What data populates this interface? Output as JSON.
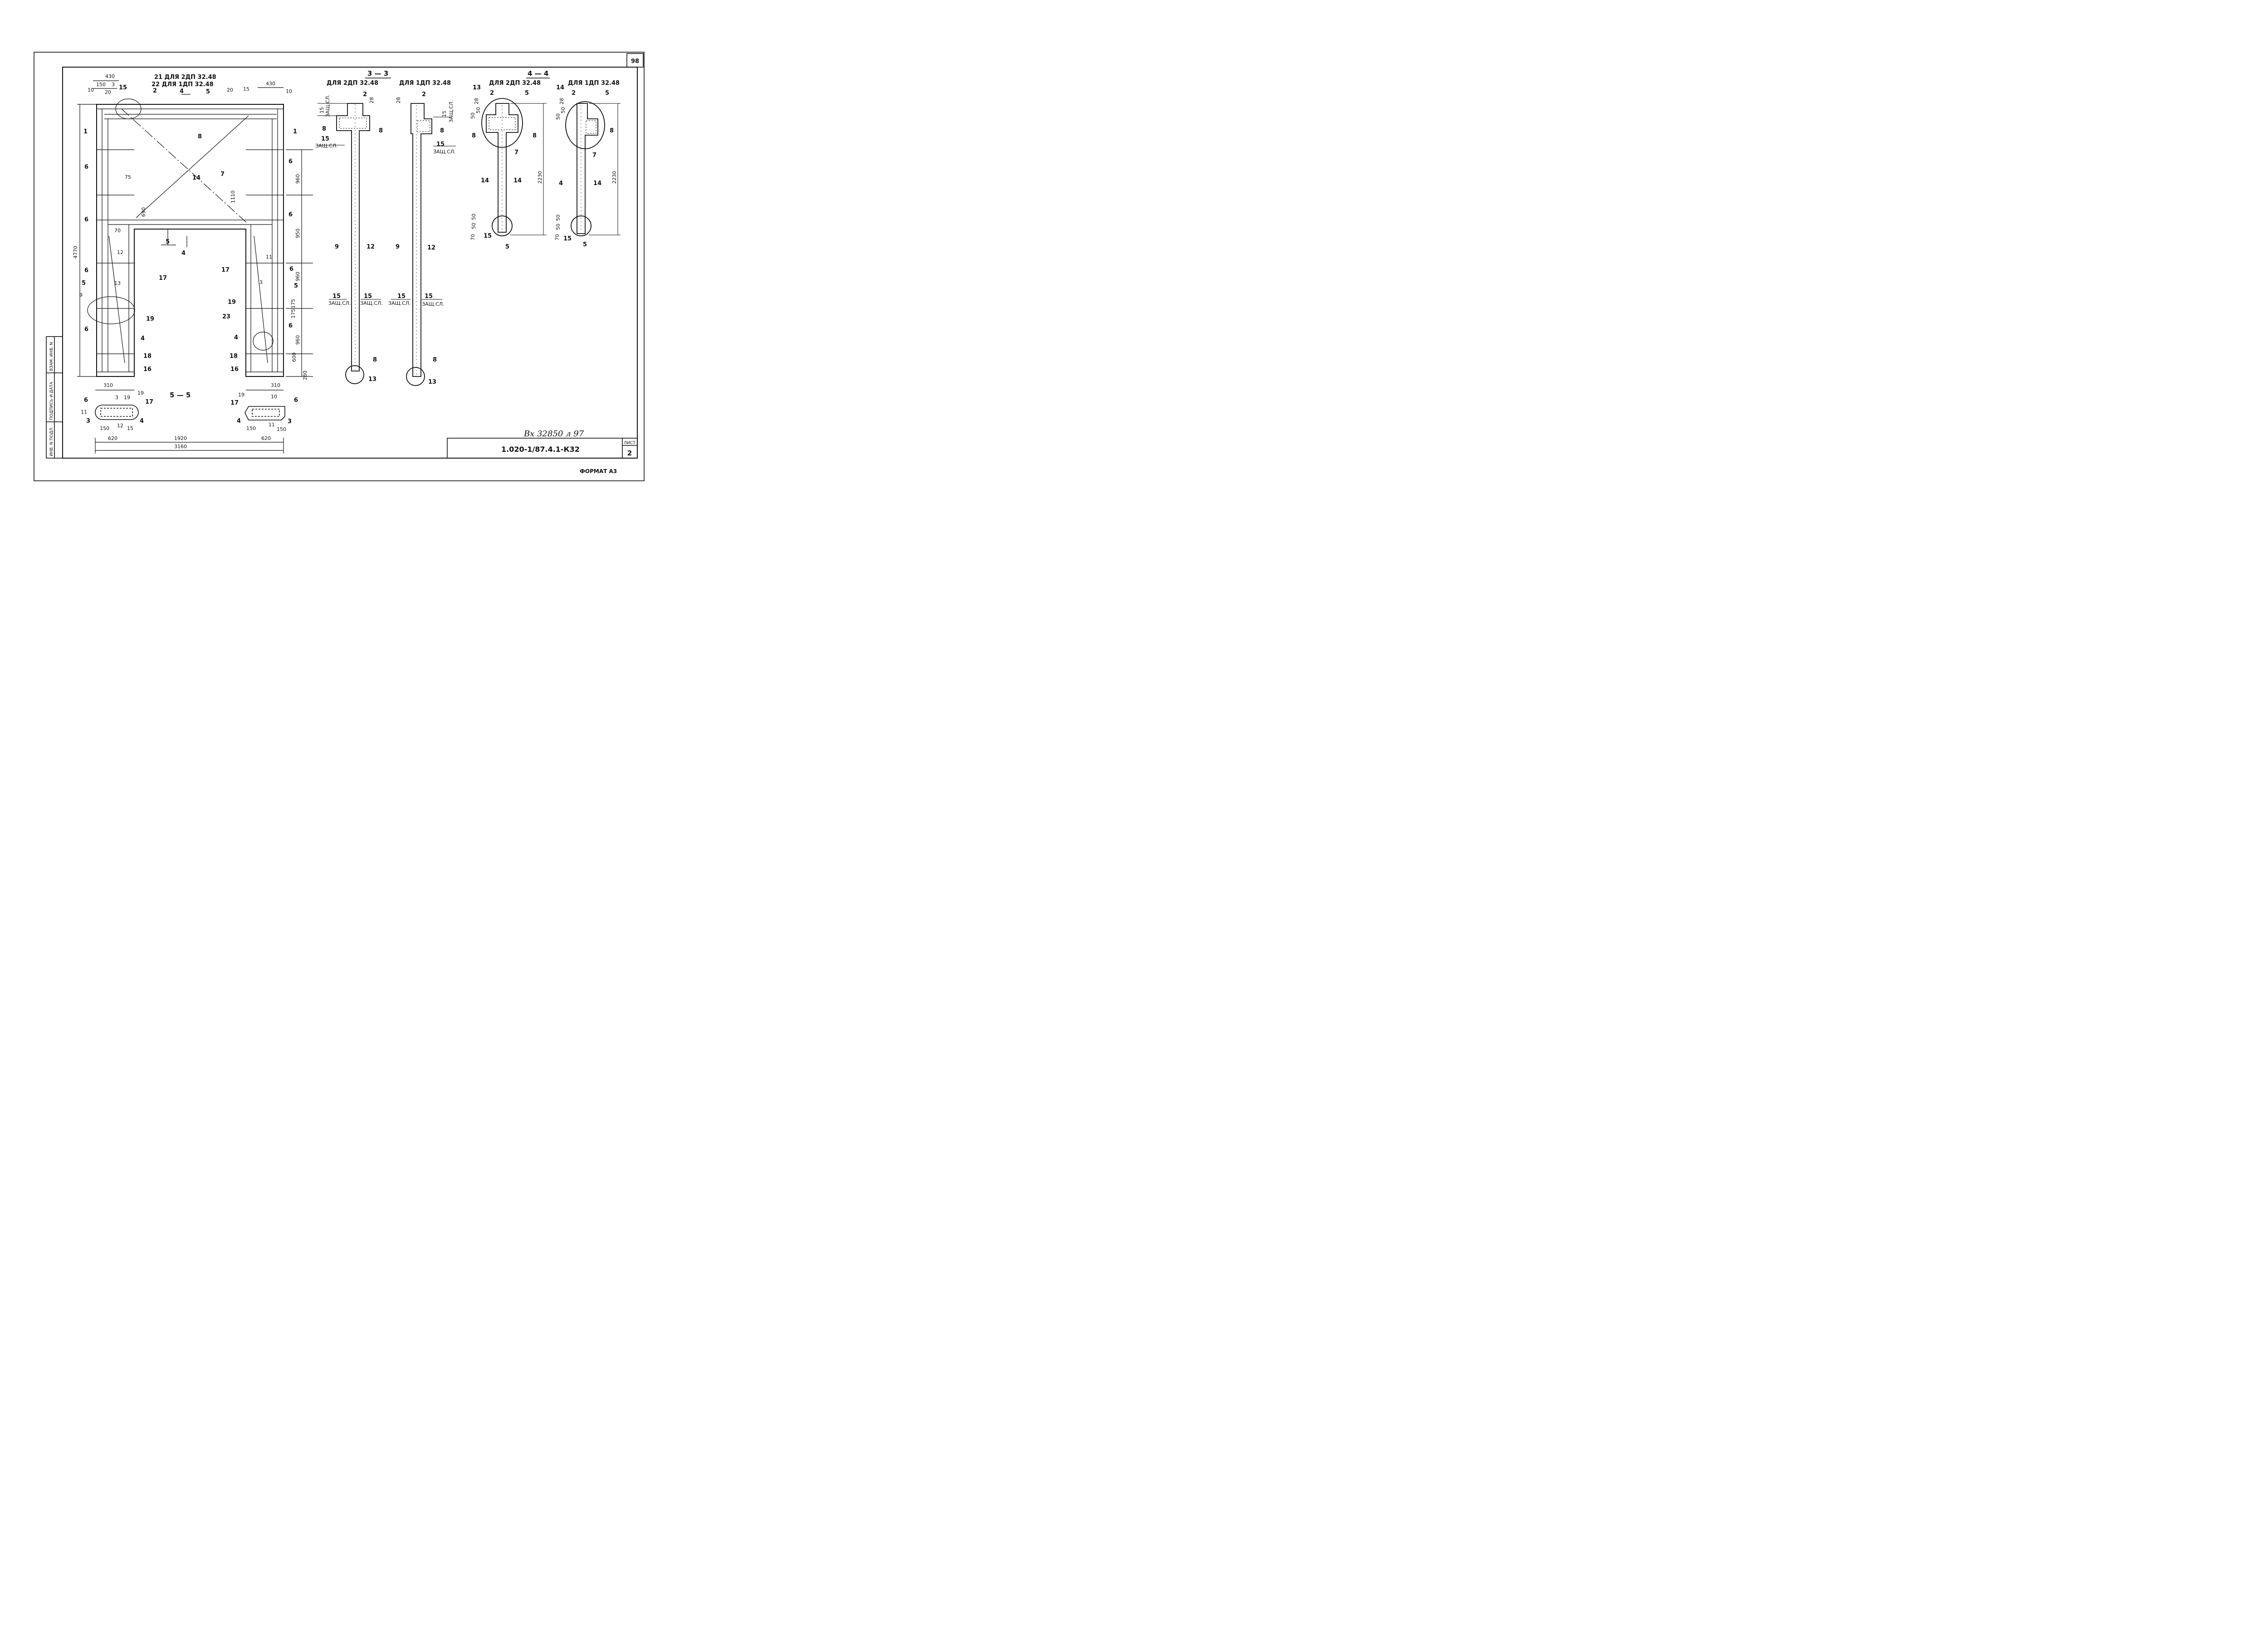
{
  "sheet": {
    "page_no": "98",
    "format_label": "ФОРМАТ  А3",
    "signature": "Вх 32850 л 97",
    "doc_code": "1.020-1/87.4.1-К32",
    "list_caption": "ЛИСТ",
    "list_no": "2",
    "stamp_fields": [
      "ИНВ. N ПОДЛ.",
      "ПОДПИСЬ И ДАТА",
      "ВЗАМ. ИНВ. N"
    ]
  },
  "elevation": {
    "label_21": "21  ДЛЯ 2ДП 32.48",
    "label_22": "22  ДЛЯ 1ДП 32.48",
    "dims": {
      "top_left_430": "430",
      "top_left_150": "150",
      "top_left_3": "3",
      "top_left_20": "20",
      "top_left_10": "10",
      "top_right_430": "430",
      "top_right_10": "10",
      "top_right_20": "20",
      "top_right_15": "15",
      "height_4770": "4770",
      "r_960a": "960",
      "r_950": "950",
      "r_960b": "960",
      "r_175a": "175",
      "r_175b": "175",
      "r_960c": "960",
      "r_600": "600",
      "r_260": "260",
      "inner_1110": "1110",
      "inner_690": "690",
      "inner_75": "75",
      "inner_70": "70",
      "bot_310l": "310",
      "bot_310r": "310",
      "w_1920": "1920",
      "w_3160": "3160",
      "w_620l": "620",
      "w_620r": "620",
      "w_150l": "150",
      "w_15": "15",
      "w_150r": "150",
      "w_150r2": "150"
    },
    "marks": {
      "m1l": "1",
      "m1r": "1",
      "m2": "2",
      "m4top": "4",
      "m5top": "5",
      "m6l1": "6",
      "m6l2": "6",
      "m6l3": "6",
      "m6l4": "6",
      "m6r1": "6",
      "m6r2": "6",
      "m6r3": "6",
      "m6r4": "6",
      "m7": "7",
      "m8": "8",
      "m14": "14",
      "m15top": "15",
      "m17l": "17",
      "m17r": "17",
      "m19l": "19",
      "m19r": "19",
      "m23": "23",
      "m4l": "4",
      "m4r": "4",
      "m18l": "18",
      "m18r": "18",
      "m16l": "16",
      "m16r": "16",
      "m12": "12",
      "m13": "13",
      "m3r": "3",
      "m11r": "11",
      "m5mid": "5",
      "m4mid": "4",
      "m5l": "5",
      "m5r": "5",
      "m9": "9"
    }
  },
  "section_55": {
    "title": "5 — 5",
    "left_marks": {
      "m6": "6",
      "m11": "11",
      "m3": "3",
      "m3b": "3",
      "m19": "19",
      "m19b": "19",
      "m17": "17",
      "m12": "12",
      "m4": "4"
    },
    "right_marks": {
      "m19": "19",
      "m10": "10",
      "m6": "6",
      "m17": "17",
      "m4": "4",
      "m11": "11",
      "m3": "3"
    }
  },
  "section_33": {
    "title": "3 — 3",
    "sub_a": "ДЛЯ 2ДП 32.48",
    "sub_b": "ДЛЯ 1ДП 32.48",
    "a": {
      "m2": "2",
      "d28": "28",
      "d15": "15",
      "zash_top": "ЗАЩ.СЛ.",
      "m8l": "8",
      "m8r": "8",
      "d15b": "15",
      "zash_b": "ЗАЩ.СЛ.",
      "m9": "9",
      "m12": "12",
      "d15l": "15",
      "d15r": "15",
      "zash_l": "ЗАЩ.СЛ.",
      "zash_r": "ЗАЩ.СЛ.",
      "m8b": "8",
      "m13": "13"
    },
    "b": {
      "m2": "2",
      "d28": "28",
      "d15": "15",
      "zash_top": "ЗАЩ.СЛ.",
      "m8": "8",
      "d15b": "15",
      "zash_b": "ЗАЩ.СЛ.",
      "m9": "9",
      "m12": "12",
      "d15l": "15",
      "d15r": "15",
      "zash_l": "ЗАЩ.СЛ.",
      "zash_r": "ЗАЩ.СЛ.",
      "m8b": "8",
      "m13": "13"
    }
  },
  "section_44": {
    "title": "4 — 4",
    "sub_a": "ДЛЯ 2ДП 32.48",
    "sub_b": "ДЛЯ 1ДП 32.48",
    "a": {
      "m13": "13",
      "m2": "2",
      "m5": "5",
      "d28": "28",
      "d50": "50",
      "d50b": "50",
      "m8l": "8",
      "m8r": "8",
      "m7": "7",
      "m14l": "14",
      "m14r": "14",
      "h2230": "2230",
      "b50a": "50",
      "b50b": "50",
      "b70": "70",
      "b15": "15",
      "m5b": "5"
    },
    "b": {
      "m14": "14",
      "m2": "2",
      "m5": "5",
      "d28": "28",
      "d50": "50",
      "d50b": "50",
      "m8": "8",
      "m7": "7",
      "m4": "4",
      "m14r": "14",
      "h2230": "2230",
      "b50a": "50",
      "b50b": "50",
      "b70": "70",
      "b15": "15",
      "m5b": "5"
    }
  }
}
